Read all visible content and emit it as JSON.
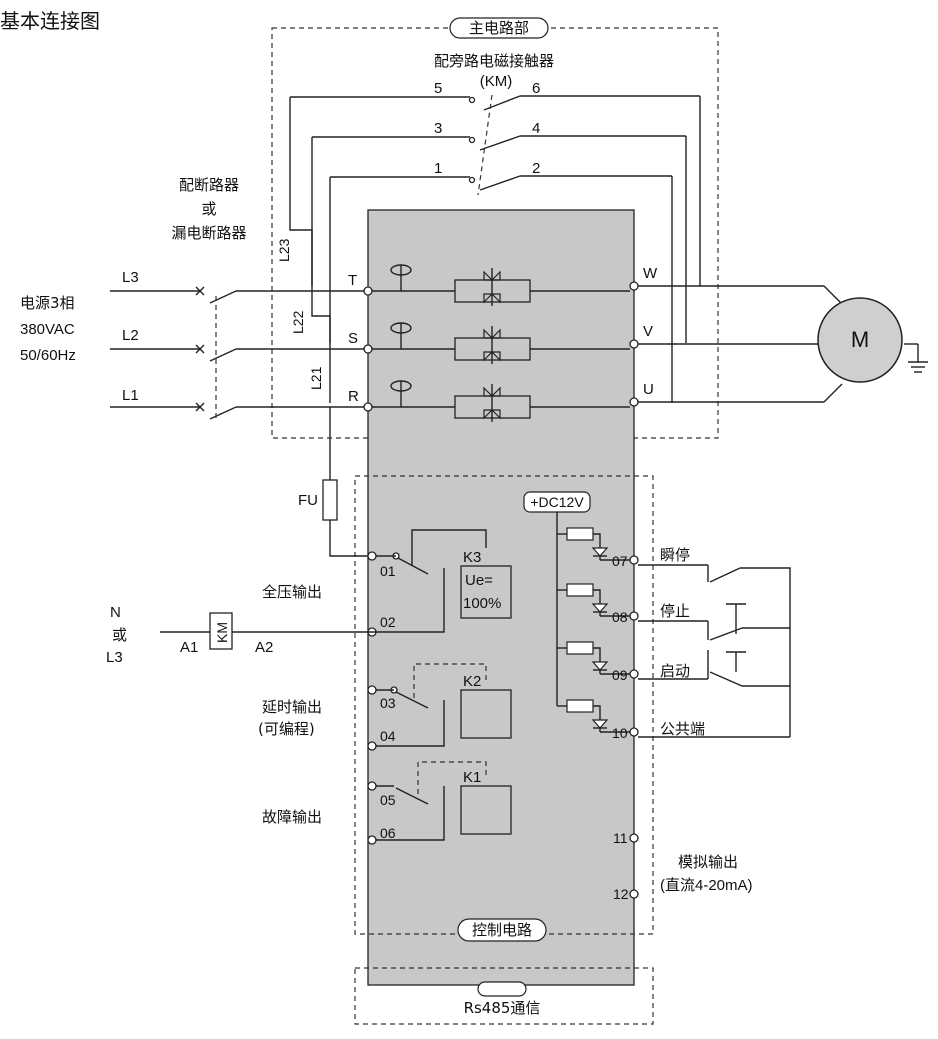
{
  "title": "基本连接图",
  "sections": {
    "main": "主电路部",
    "control": "控制电路",
    "comm": "Rs485通信"
  },
  "bypass": {
    "label": "配旁路电磁接触器",
    "code": "(KM)",
    "pins": [
      "5",
      "6",
      "3",
      "4",
      "1",
      "2"
    ]
  },
  "breaker": {
    "line1": "配断路器",
    "line2": "或",
    "line3": "漏电断路器"
  },
  "supply": {
    "line1": "电源3相",
    "line2": "380VAC",
    "line3": "50/60Hz",
    "phases": [
      "L3",
      "L2",
      "L1"
    ]
  },
  "wires": [
    "L23",
    "L22",
    "L21"
  ],
  "inputs": [
    "T",
    "S",
    "R"
  ],
  "outputs": [
    "W",
    "V",
    "U"
  ],
  "motor": "M",
  "fuse": "FU",
  "dc": "+DC12V",
  "relays": {
    "k3": "K3",
    "ue1": "Ue=",
    "ue2": "100%",
    "k2": "K2",
    "k1": "K1"
  },
  "terminals": [
    "01",
    "02",
    "03",
    "04",
    "05",
    "06",
    "07",
    "08",
    "09",
    "10",
    "11",
    "12"
  ],
  "left_labels": {
    "full_voltage": "全压输出",
    "delay1": "延时输出",
    "delay2": "(可编程)",
    "fault": "故障输出"
  },
  "right_labels": {
    "instant_stop": "瞬停",
    "stop": "停止",
    "start": "启动",
    "common": "公共端",
    "analog1": "模拟输出",
    "analog2": "(直流4-20mA)"
  },
  "km_coil": {
    "n": "N",
    "or": "或",
    "l3": "L3",
    "km": "KM",
    "a1": "A1",
    "a2": "A2"
  }
}
